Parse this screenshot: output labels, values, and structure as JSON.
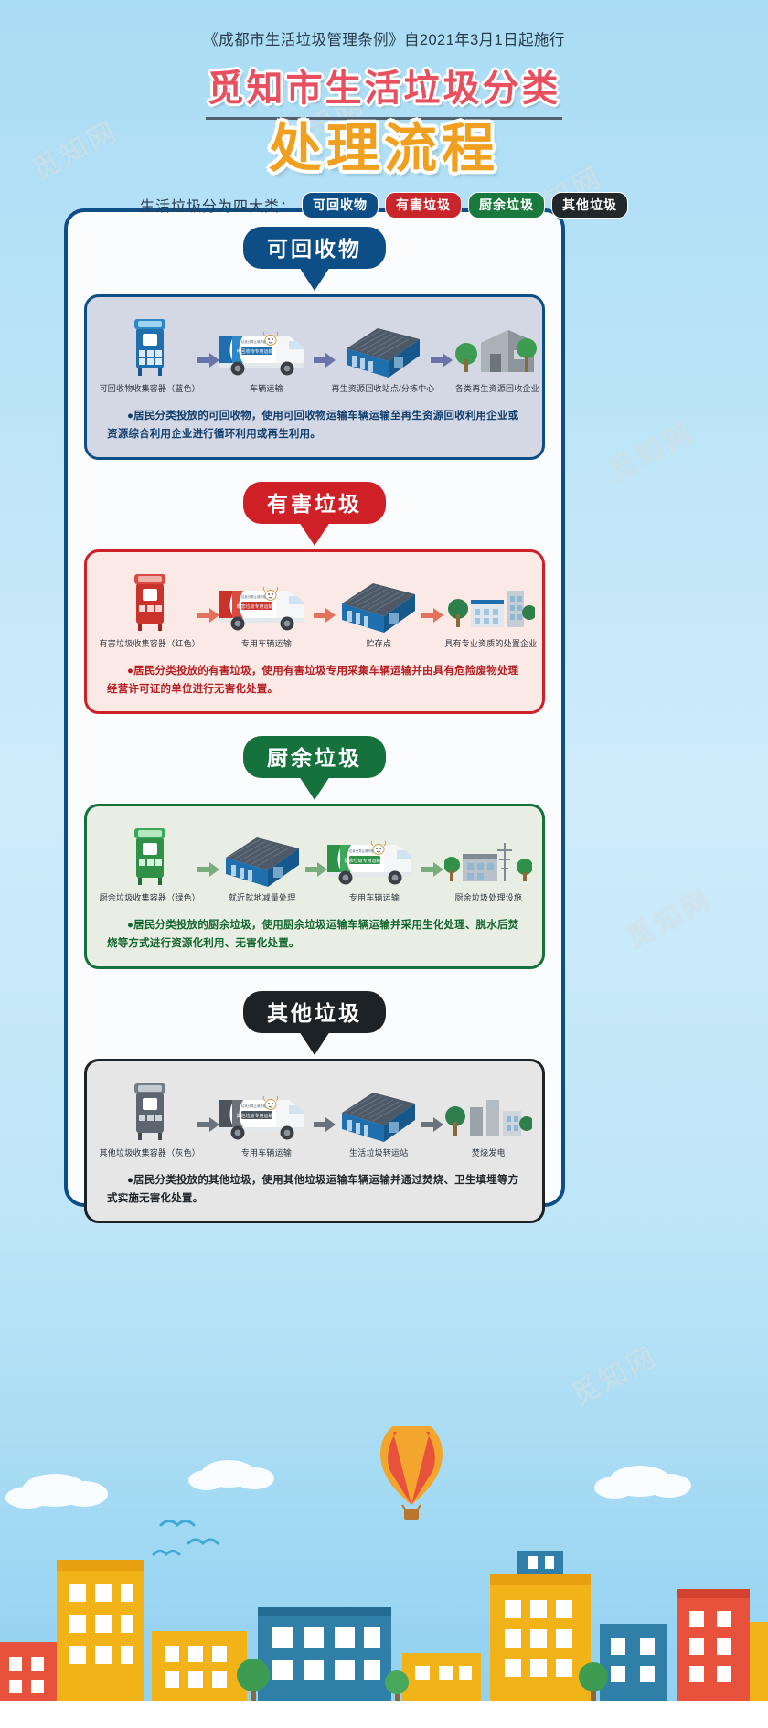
{
  "header": {
    "subtitle": "《成都市生活垃圾管理条例》自2021年3月1日起施行",
    "title_line1": "觅知市生活垃圾分类",
    "title_line2": "处理流程",
    "tagline_prefix": "生活垃圾分为四大类：",
    "tags": [
      {
        "label": "可回收物",
        "color": "#0d4e87",
        "style": "blue"
      },
      {
        "label": "有害垃圾",
        "color": "#c9262b",
        "style": "red"
      },
      {
        "label": "厨余垃圾",
        "color": "#1a7a3e",
        "style": "green"
      },
      {
        "label": "其他垃圾",
        "color": "#22272b",
        "style": "black"
      }
    ]
  },
  "sections": [
    {
      "id": "recyclable",
      "title": "可回收物",
      "accent": "#0d4e87",
      "bg": "#d4d7e4",
      "steps": [
        {
          "label": "可回收物收集容器（蓝色）",
          "art": "bin-blue"
        },
        {
          "label": "车辆运输",
          "art": "truck-blue",
          "truck_text": "可回收物专用运输车"
        },
        {
          "label": "再生资源回收站点/分拣中心",
          "art": "warehouse-blue"
        },
        {
          "label": "各类再生资源回收企业",
          "art": "factory-gray"
        }
      ],
      "note": "●居民分类投放的可回收物，使用可回收物运输车辆运输至再生资源回收利用企业或资源综合利用企业进行循环利用或再生利用。"
    },
    {
      "id": "hazardous",
      "title": "有害垃圾",
      "accent": "#cf2027",
      "bg": "#fbe9e6",
      "steps": [
        {
          "label": "有害垃圾收集容器（红色）",
          "art": "bin-red"
        },
        {
          "label": "专用车辆运输",
          "art": "truck-red",
          "truck_text": "有害垃圾专用运输车"
        },
        {
          "label": "贮存点",
          "art": "warehouse-blue"
        },
        {
          "label": "具有专业资质的处置企业",
          "art": "plant-blue"
        }
      ],
      "note": "●居民分类投放的有害垃圾，使用有害垃圾专用采集车辆运输并由具有危险废物处理经营许可证的单位进行无害化处置。"
    },
    {
      "id": "kitchen",
      "title": "厨余垃圾",
      "accent": "#16723c",
      "bg": "#e8eee3",
      "steps": [
        {
          "label": "厨余垃圾收集容器（绿色）",
          "art": "bin-green"
        },
        {
          "label": "就近就地减量处理",
          "art": "warehouse-blue"
        },
        {
          "label": "专用车辆运输",
          "art": "truck-green",
          "truck_text": "厨余垃圾专用运输车"
        },
        {
          "label": "厨余垃圾处理设施",
          "art": "plant-green"
        }
      ],
      "note": "●居民分类投放的厨余垃圾，使用厨余垃圾运输车辆运输并采用生化处理、脱水后焚烧等方式进行资源化利用、无害化处置。"
    },
    {
      "id": "other",
      "title": "其他垃圾",
      "accent": "#1d2226",
      "bg": "#e6e6e6",
      "steps": [
        {
          "label": "其他垃圾收集容器（灰色）",
          "art": "bin-gray"
        },
        {
          "label": "专用车辆运输",
          "art": "truck-gray",
          "truck_text": "其他垃圾专用运输车"
        },
        {
          "label": "生活垃圾转运站",
          "art": "warehouse-blue"
        },
        {
          "label": "焚烧发电",
          "art": "incinerator"
        }
      ],
      "note": "●居民分类投放的其他垃圾，使用其他垃圾运输车辆运输并通过焚烧、卫生填埋等方式实施无害化处置。"
    }
  ],
  "watermarks": [
    "觅知网",
    "觅知网",
    "觅知网",
    "觅知网",
    "觅知网",
    "觅知网",
    "觅知网",
    "觅知网",
    "觅知网",
    "觅知网",
    "觅知网",
    "觅知网"
  ]
}
